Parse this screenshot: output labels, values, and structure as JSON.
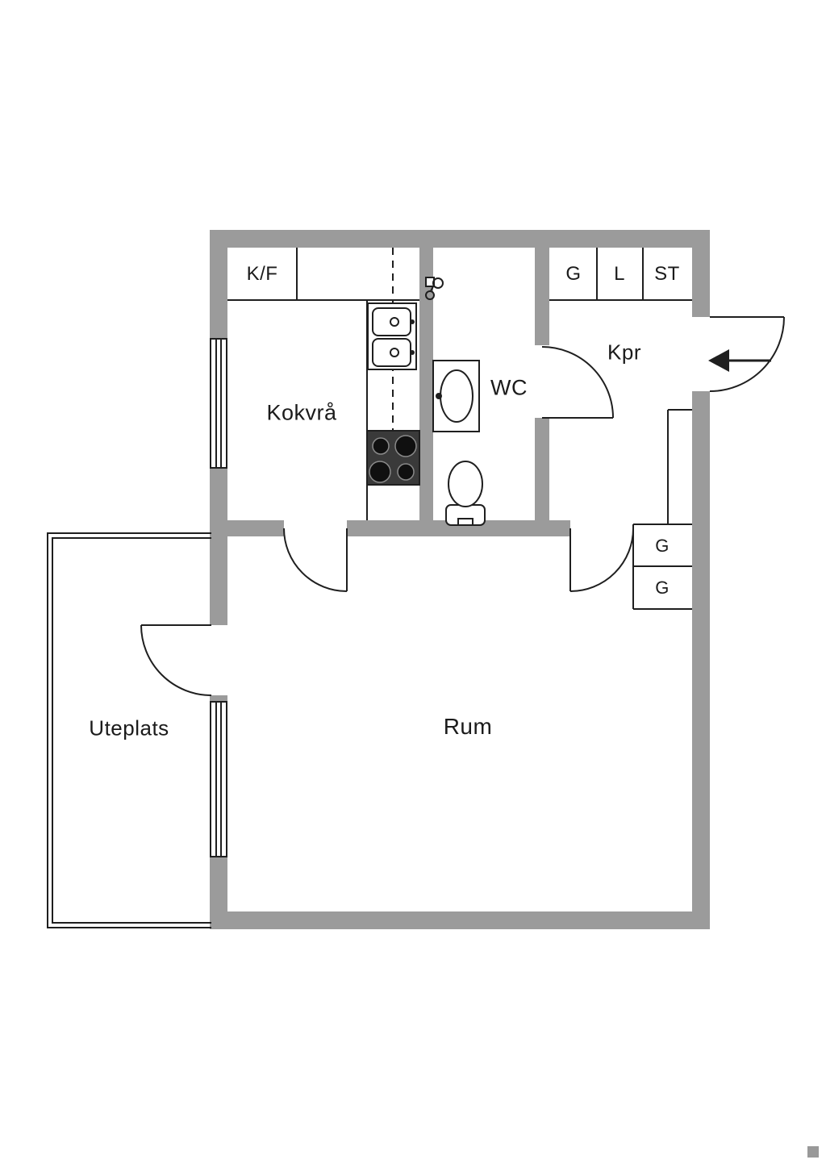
{
  "floorplan": {
    "rooms": {
      "kokvra": "Kokvrå",
      "wc": "WC",
      "kpr": "Kpr",
      "rum": "Rum",
      "uteplats": "Uteplats"
    },
    "labels": {
      "fridge_freezer": "K/F",
      "wardrobe_top": "G",
      "linen_top": "L",
      "cleaning_top": "ST",
      "wardrobe_right_1": "G",
      "wardrobe_right_2": "G"
    },
    "colors": {
      "wall": "#9b9b9b",
      "line": "#1f1f1f",
      "background": "#ffffff",
      "stove": "#3a3a3a"
    }
  }
}
